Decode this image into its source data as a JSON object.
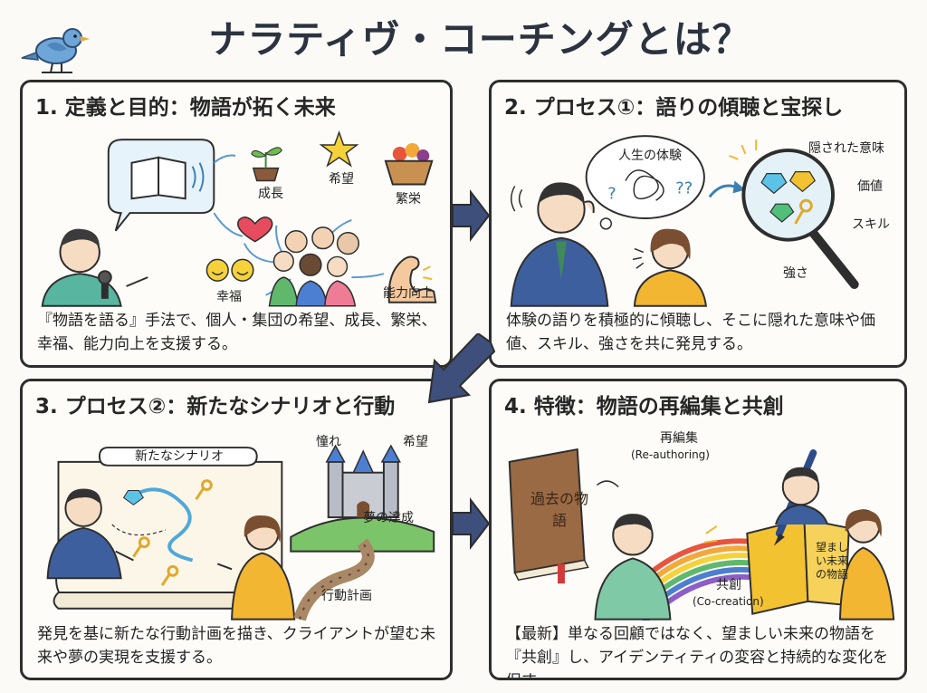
{
  "title": "ナラティヴ・コーチングとは？",
  "panels": [
    {
      "heading": "1. 定義と目的：物語が拓く未来",
      "labels": {
        "growth": "成長",
        "hope": "希望",
        "prosperity": "繁栄",
        "happiness": "幸福",
        "ability": "能力向上"
      },
      "description": "『物語を語る』手法で、個人・集団の希望、成長、繁栄、幸福、能力向上を支援する。"
    },
    {
      "heading": "2. プロセス①：語りの傾聴と宝探し",
      "labels": {
        "experience": "人生の体験",
        "hidden_meaning": "隠された意味",
        "value": "価値",
        "skill": "スキル",
        "strength": "強さ"
      },
      "description": "体験の語りを積極的に傾聴し、そこに隠れた意味や価値、スキル、強さを共に発見する。"
    },
    {
      "heading": "3. プロセス②：新たなシナリオと行動",
      "labels": {
        "new_scenario": "新たなシナリオ",
        "longing": "憧れ",
        "hope": "希望",
        "dream": "夢の達成",
        "action_plan": "行動計画"
      },
      "description": "発見を基に新たな行動計画を描き、クライアントが望む未来や夢の実現を支援する。"
    },
    {
      "heading": "4. 特徴：物語の再編集と共創",
      "labels": {
        "past_story": "過去の物語",
        "reauthoring": "再編集",
        "reauthoring_en": "(Re-authoring)",
        "cocreation": "共創",
        "cocreation_en": "(Co-creation)",
        "desired_future": "望ましい未来の物語"
      },
      "description": "【最新】単なる回顧ではなく、望ましい未来の物語を『共創』し、アイデンティティの変容と持続的な変化を促す。"
    }
  ],
  "colors": {
    "accent_blue": "#3d4f7a",
    "highlight": "#bfe0ef",
    "book": "#f2c230",
    "leather": "#9a6a44"
  },
  "icons": [
    "bird-icon",
    "book-icon",
    "sprout-icon",
    "star-icon",
    "fruit-basket-icon",
    "heart-icon",
    "smile-icon",
    "muscle-icon",
    "magnifier-icon",
    "gem-icon",
    "key-icon",
    "castle-icon",
    "pen-icon",
    "rainbow-icon"
  ]
}
